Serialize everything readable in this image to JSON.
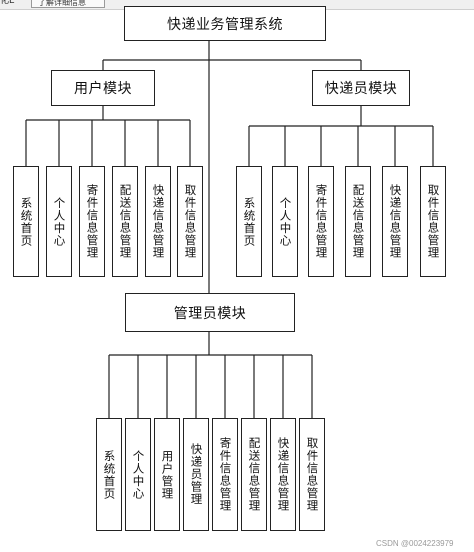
{
  "toolbar": {
    "left_text": "化E",
    "button_label": "了解详细信息"
  },
  "diagram": {
    "root": "快递业务管理系统",
    "modules": [
      {
        "name": "用户模块",
        "children": [
          "系统首页",
          "个人中心",
          "寄件信息管理",
          "配送信息管理",
          "快递信息管理",
          "取件信息管理"
        ]
      },
      {
        "name": "快递员模块",
        "children": [
          "系统首页",
          "个人中心",
          "寄件信息管理",
          "配送信息管理",
          "快递信息管理",
          "取件信息管理"
        ]
      },
      {
        "name": "管理员模块",
        "children": [
          "系统首页",
          "个人中心",
          "用户管理",
          "快递员管理",
          "寄件信息管理",
          "配送信息管理",
          "快递信息管理",
          "取件信息管理"
        ]
      }
    ]
  },
  "watermark": "CSDN @0024223979",
  "colors": {
    "line": "#222222",
    "background": "#ffffff",
    "watermark": "#9a9a9a"
  }
}
